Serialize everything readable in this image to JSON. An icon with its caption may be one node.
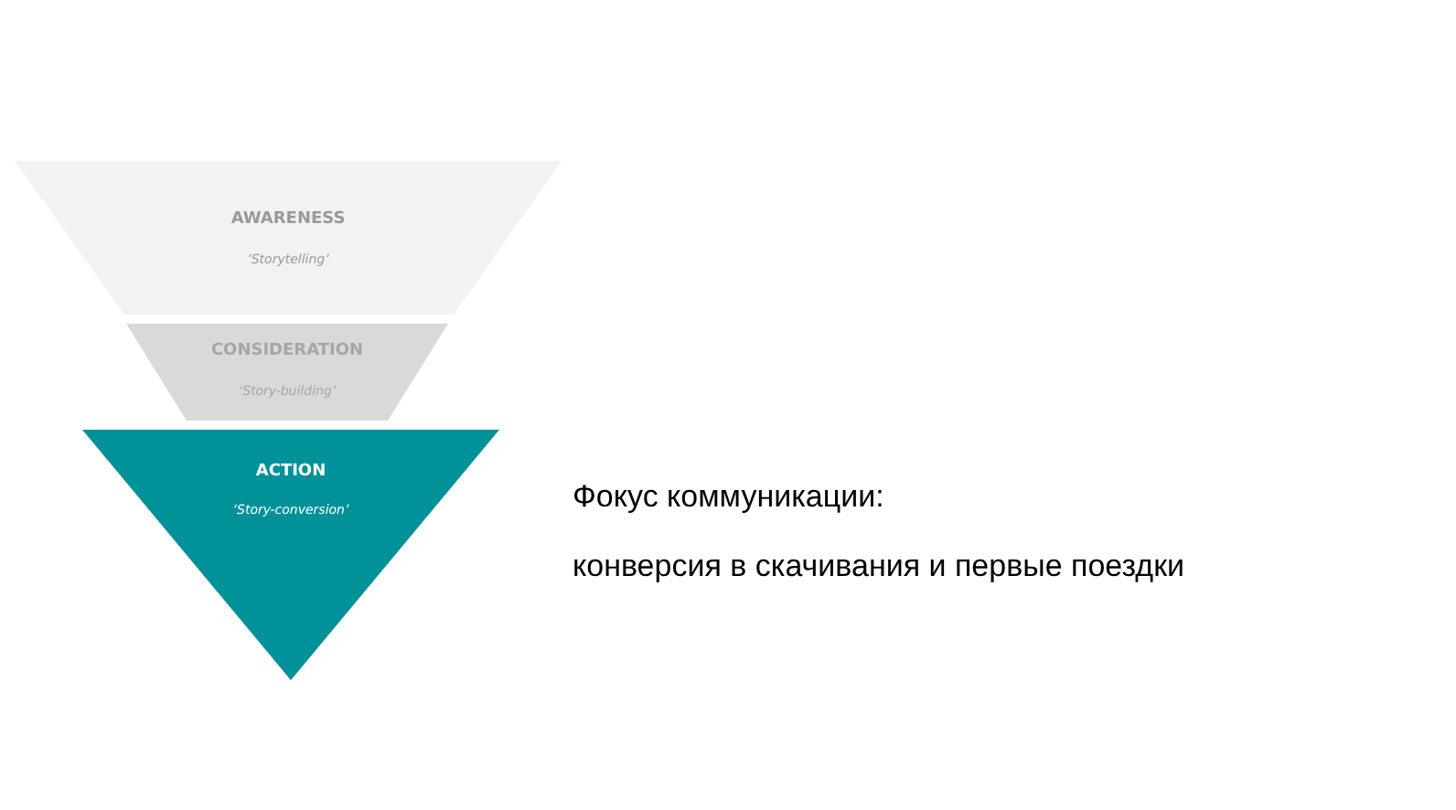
{
  "diagram": {
    "nodes": [
      {
        "text": [
          "AWARENESS",
          "‘Storytelling’"
        ]
      },
      {
        "text": [
          "CONSIDERATION",
          "‘Story-building’"
        ]
      },
      {
        "text": [
          "ACTION",
          "‘Story-conversion’"
        ]
      }
    ],
    "labels": [
      "Фокус коммуникации:",
      "конверсия в скачивания и первые поездки"
    ]
  }
}
